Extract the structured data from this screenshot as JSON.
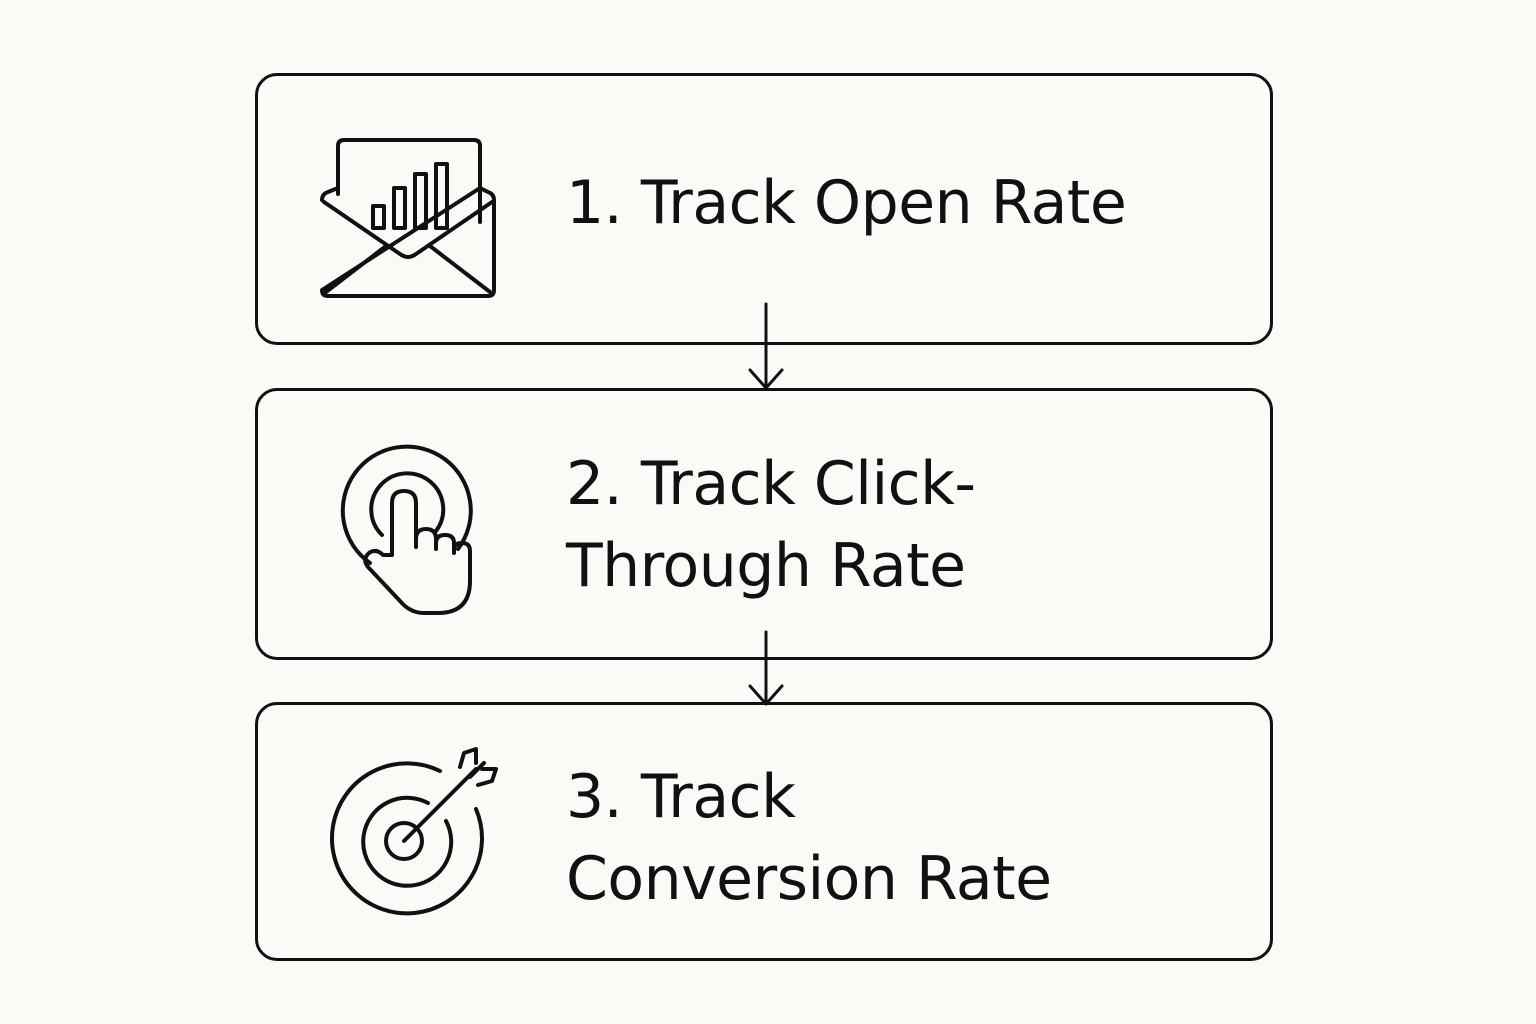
{
  "steps": [
    {
      "lines": [
        "1.  Track Open Rate"
      ],
      "icon": "envelope-chart-icon"
    },
    {
      "lines": [
        "2. Track Click-",
        "Through Rate"
      ],
      "icon": "click-hand-icon"
    },
    {
      "lines": [
        "3. Track",
        "Conversion Rate"
      ],
      "icon": "target-arrow-icon"
    }
  ],
  "colors": {
    "background": "#fbfaf7",
    "stroke": "#111111"
  }
}
